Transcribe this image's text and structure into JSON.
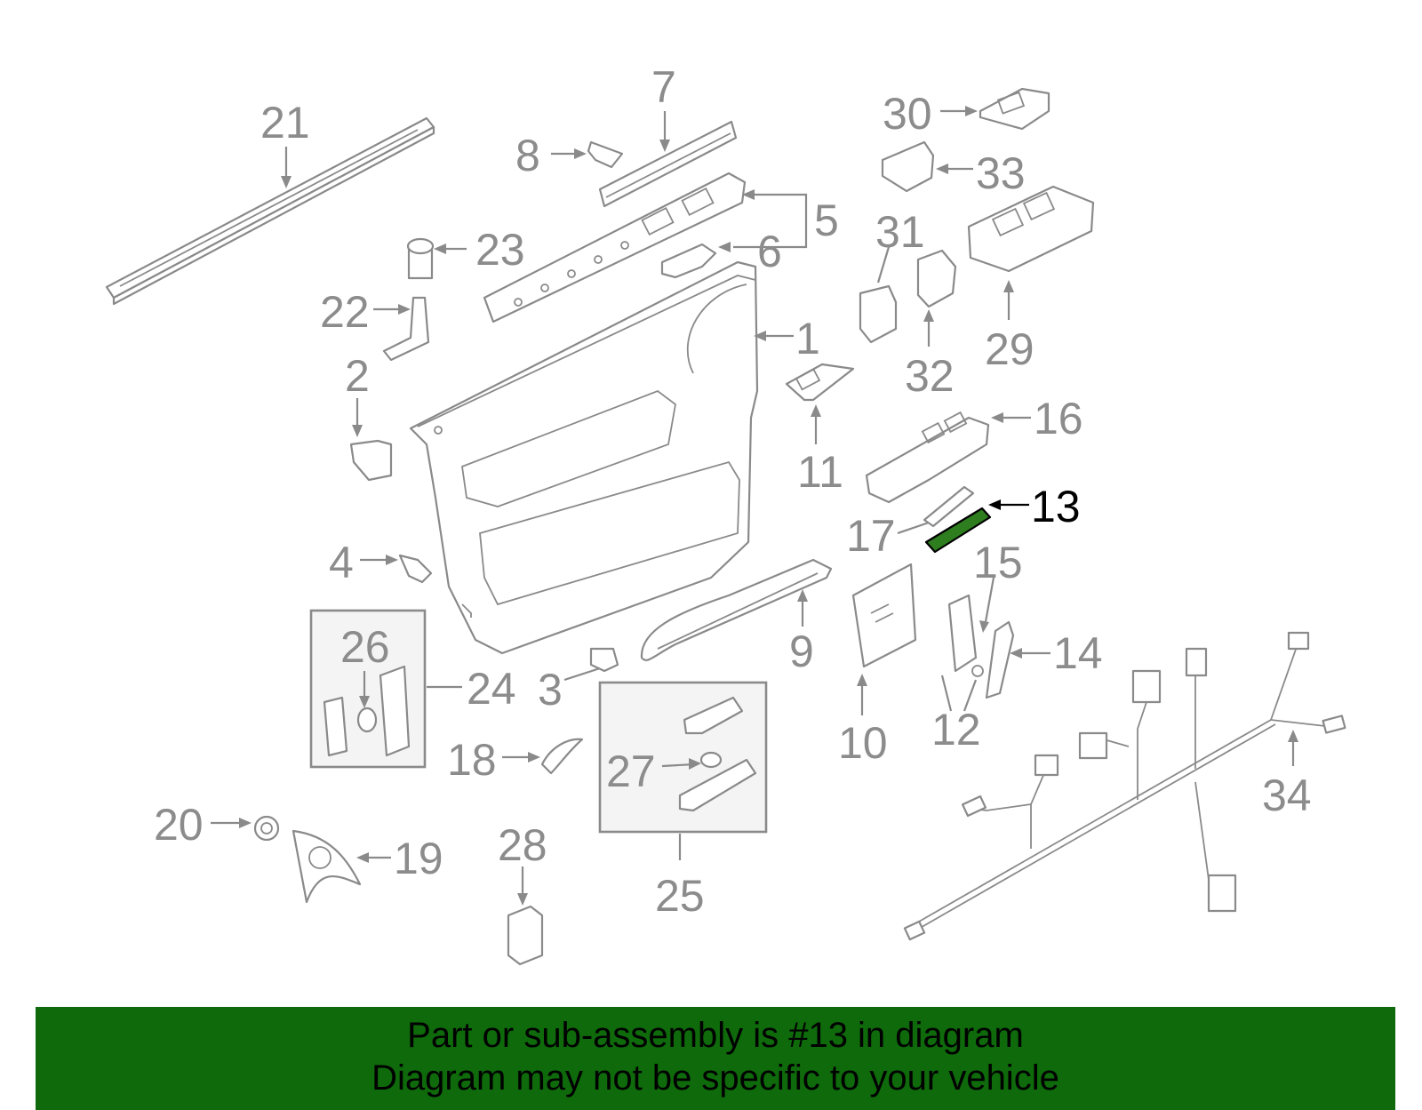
{
  "callouts": {
    "c1": "1",
    "c2": "2",
    "c3": "3",
    "c4": "4",
    "c5": "5",
    "c6": "6",
    "c7": "7",
    "c8": "8",
    "c9": "9",
    "c10": "10",
    "c11": "11",
    "c12": "12",
    "c13": "13",
    "c14": "14",
    "c15": "15",
    "c16": "16",
    "c17": "17",
    "c18": "18",
    "c19": "19",
    "c20": "20",
    "c21": "21",
    "c22": "22",
    "c23": "23",
    "c24": "24",
    "c25": "25",
    "c26": "26",
    "c27": "27",
    "c28": "28",
    "c29": "29",
    "c30": "30",
    "c31": "31",
    "c32": "32",
    "c33": "33",
    "c34": "34"
  },
  "highlight": {
    "part_number": "13",
    "color": "#2e7d1f"
  },
  "banner": {
    "line1": "Part or sub-assembly is #13 in diagram",
    "line2": "Diagram may not be specific to your vehicle",
    "background": "#0e6a0b"
  }
}
